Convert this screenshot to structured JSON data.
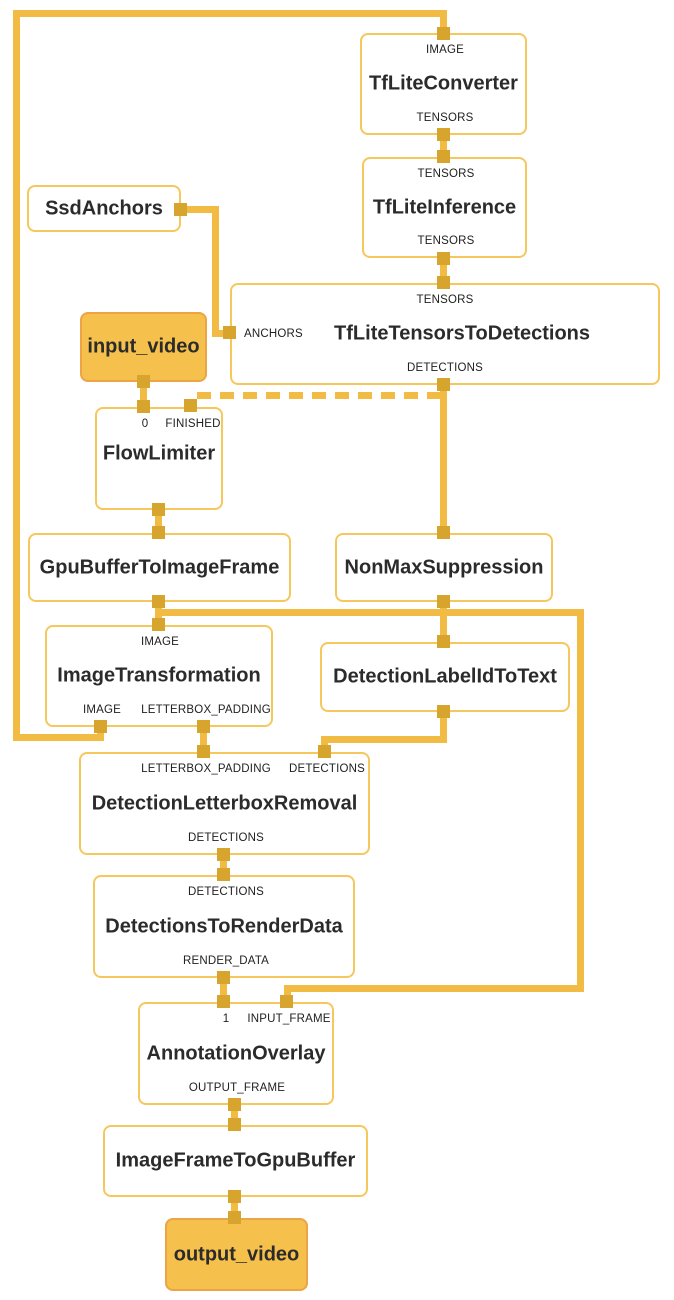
{
  "diagram": {
    "type": "node-graph",
    "colors": {
      "edge": "#F2BB44",
      "port": "#D7A42E",
      "border": "#F6C75C",
      "nodebg": "#FFFFFF",
      "streamfill": "#F5C04B",
      "streamborder": "#ECA446",
      "text": "#2B2B2B"
    },
    "nodes": {
      "tflite_converter": {
        "title": "TfLiteConverter",
        "in_ports": [
          "IMAGE"
        ],
        "out_ports": [
          "TENSORS"
        ]
      },
      "tflite_inference": {
        "title": "TfLiteInference",
        "in_ports": [
          "TENSORS"
        ],
        "out_ports": [
          "TENSORS"
        ]
      },
      "tflite_tensors_to_detections": {
        "title": "TfLiteTensorsToDetections",
        "in_ports": [
          "TENSORS"
        ],
        "side_ports": [
          "ANCHORS"
        ],
        "out_ports": [
          "DETECTIONS"
        ]
      },
      "ssd_anchors": {
        "title": "SsdAnchors"
      },
      "input_video": {
        "title": "input_video"
      },
      "flow_limiter": {
        "title": "FlowLimiter",
        "in_ports": [
          "0",
          "FINISHED"
        ]
      },
      "gpu_buffer_to_image_frame": {
        "title": "GpuBufferToImageFrame"
      },
      "non_max_suppression": {
        "title": "NonMaxSuppression"
      },
      "image_transformation": {
        "title": "ImageTransformation",
        "in_ports": [
          "IMAGE"
        ],
        "out_ports": [
          "IMAGE",
          "LETTERBOX_PADDING"
        ]
      },
      "detection_label_id_to_text": {
        "title": "DetectionLabelIdToText"
      },
      "detection_letterbox_removal": {
        "title": "DetectionLetterboxRemoval",
        "in_ports": [
          "LETTERBOX_PADDING",
          "DETECTIONS"
        ],
        "out_ports": [
          "DETECTIONS"
        ]
      },
      "detections_to_render_data": {
        "title": "DetectionsToRenderData",
        "in_ports": [
          "DETECTIONS"
        ],
        "out_ports": [
          "RENDER_DATA"
        ]
      },
      "annotation_overlay": {
        "title": "AnnotationOverlay",
        "in_ports": [
          "1",
          "INPUT_FRAME"
        ],
        "out_ports": [
          "OUTPUT_FRAME"
        ]
      },
      "image_frame_to_gpu_buffer": {
        "title": "ImageFrameToGpuBuffer"
      },
      "output_video": {
        "title": "output_video"
      }
    },
    "edges": [
      {
        "from": "ImageTransformation.IMAGE",
        "to": "TfLiteConverter.IMAGE",
        "style": "solid"
      },
      {
        "from": "TfLiteConverter.TENSORS",
        "to": "TfLiteInference.TENSORS",
        "style": "solid"
      },
      {
        "from": "TfLiteInference.TENSORS",
        "to": "TfLiteTensorsToDetections.TENSORS",
        "style": "solid"
      },
      {
        "from": "SsdAnchors",
        "to": "TfLiteTensorsToDetections.ANCHORS",
        "style": "solid"
      },
      {
        "from": "TfLiteTensorsToDetections.DETECTIONS",
        "to": "NonMaxSuppression",
        "style": "solid"
      },
      {
        "from": "TfLiteTensorsToDetections.DETECTIONS",
        "to": "FlowLimiter.FINISHED",
        "style": "dashed"
      },
      {
        "from": "input_video",
        "to": "FlowLimiter.0",
        "style": "solid"
      },
      {
        "from": "FlowLimiter",
        "to": "GpuBufferToImageFrame",
        "style": "solid"
      },
      {
        "from": "GpuBufferToImageFrame",
        "to": "ImageTransformation.IMAGE",
        "style": "solid"
      },
      {
        "from": "GpuBufferToImageFrame",
        "to": "AnnotationOverlay.INPUT_FRAME",
        "style": "solid"
      },
      {
        "from": "NonMaxSuppression",
        "to": "DetectionLabelIdToText",
        "style": "solid"
      },
      {
        "from": "ImageTransformation.LETTERBOX_PADDING",
        "to": "DetectionLetterboxRemoval.LETTERBOX_PADDING",
        "style": "solid"
      },
      {
        "from": "DetectionLabelIdToText",
        "to": "DetectionLetterboxRemoval.DETECTIONS",
        "style": "solid"
      },
      {
        "from": "DetectionLetterboxRemoval.DETECTIONS",
        "to": "DetectionsToRenderData.DETECTIONS",
        "style": "solid"
      },
      {
        "from": "DetectionsToRenderData.RENDER_DATA",
        "to": "AnnotationOverlay.1",
        "style": "solid"
      },
      {
        "from": "AnnotationOverlay.OUTPUT_FRAME",
        "to": "ImageFrameToGpuBuffer",
        "style": "solid"
      },
      {
        "from": "ImageFrameToGpuBuffer",
        "to": "output_video",
        "style": "solid"
      }
    ]
  }
}
